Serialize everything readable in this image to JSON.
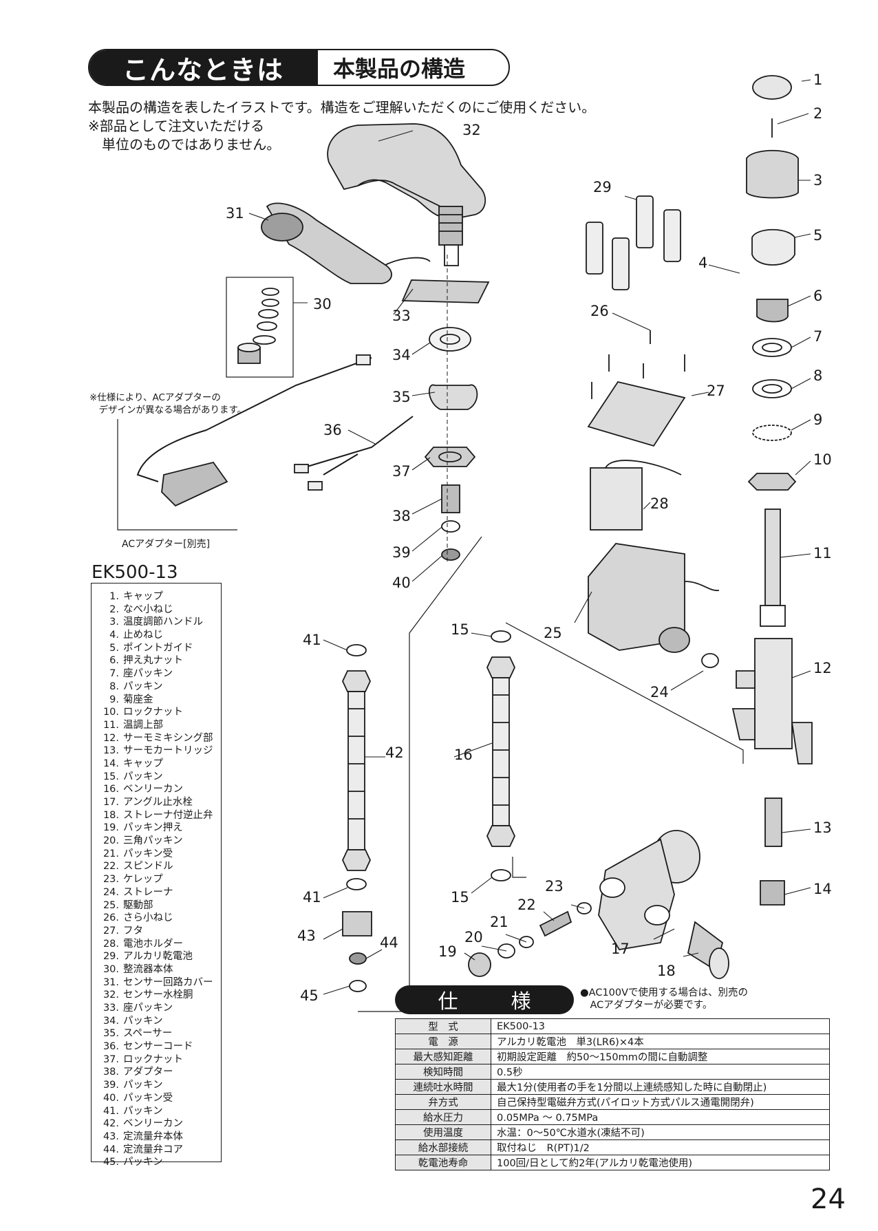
{
  "header": {
    "title": "こんなときは",
    "subtitle": "本製品の構造"
  },
  "intro": "本製品の構造を表したイラストです。構造をご理解いただくのにご使用ください。",
  "note_lines": [
    "※部品として注文いただける",
    "　単位のものではありません。"
  ],
  "adapter_note_lines": [
    "※仕様により、ACアダプターの",
    "　デザインが異なる場合があります。"
  ],
  "adapter_label": "ACアダプター[別売]",
  "model": "EK500-13",
  "parts": [
    {
      "no": "1.",
      "name": "キャップ"
    },
    {
      "no": "2.",
      "name": "なべ小ねじ"
    },
    {
      "no": "3.",
      "name": "温度調節ハンドル"
    },
    {
      "no": "4.",
      "name": "止めねじ"
    },
    {
      "no": "5.",
      "name": "ポイントガイド"
    },
    {
      "no": "6.",
      "name": "押え丸ナット"
    },
    {
      "no": "7.",
      "name": "座パッキン"
    },
    {
      "no": "8.",
      "name": "パッキン"
    },
    {
      "no": "9.",
      "name": "菊座金"
    },
    {
      "no": "10.",
      "name": "ロックナット"
    },
    {
      "no": "11.",
      "name": "温調上部"
    },
    {
      "no": "12.",
      "name": "サーモミキシング部"
    },
    {
      "no": "13.",
      "name": "サーモカートリッジ"
    },
    {
      "no": "14.",
      "name": "キャップ"
    },
    {
      "no": "15.",
      "name": "パッキン"
    },
    {
      "no": "16.",
      "name": "ベンリーカン"
    },
    {
      "no": "17.",
      "name": "アングル止水栓"
    },
    {
      "no": "18.",
      "name": "ストレーナ付逆止弁"
    },
    {
      "no": "19.",
      "name": "パッキン押え"
    },
    {
      "no": "20.",
      "name": "三角パッキン"
    },
    {
      "no": "21.",
      "name": "パッキン受"
    },
    {
      "no": "22.",
      "name": "スピンドル"
    },
    {
      "no": "23.",
      "name": "ケレップ"
    },
    {
      "no": "24.",
      "name": "ストレーナ"
    },
    {
      "no": "25.",
      "name": "駆動部"
    },
    {
      "no": "26.",
      "name": "さら小ねじ"
    },
    {
      "no": "27.",
      "name": "フタ"
    },
    {
      "no": "28.",
      "name": "電池ホルダー"
    },
    {
      "no": "29.",
      "name": "アルカリ乾電池"
    },
    {
      "no": "30.",
      "name": "整流器本体"
    },
    {
      "no": "31.",
      "name": "センサー回路カバー"
    },
    {
      "no": "32.",
      "name": "センサー水栓胴"
    },
    {
      "no": "33.",
      "name": "座パッキン"
    },
    {
      "no": "34.",
      "name": "パッキン"
    },
    {
      "no": "35.",
      "name": "スペーサー"
    },
    {
      "no": "36.",
      "name": "センサーコード"
    },
    {
      "no": "37.",
      "name": "ロックナット"
    },
    {
      "no": "38.",
      "name": "アダプター"
    },
    {
      "no": "39.",
      "name": "パッキン"
    },
    {
      "no": "40.",
      "name": "パッキン受"
    },
    {
      "no": "41.",
      "name": "パッキン"
    },
    {
      "no": "42.",
      "name": "ベンリーカン"
    },
    {
      "no": "43.",
      "name": "定流量弁本体"
    },
    {
      "no": "44.",
      "name": "定流量弁コア"
    },
    {
      "no": "45.",
      "name": "パッキン"
    }
  ],
  "callouts": [
    "1",
    "2",
    "3",
    "4",
    "5",
    "6",
    "7",
    "8",
    "9",
    "10",
    "11",
    "12",
    "13",
    "14",
    "15",
    "15",
    "16",
    "17",
    "18",
    "19",
    "20",
    "21",
    "22",
    "23",
    "24",
    "25",
    "26",
    "27",
    "28",
    "29",
    "30",
    "31",
    "32",
    "33",
    "34",
    "35",
    "36",
    "37",
    "38",
    "39",
    "40",
    "41",
    "41",
    "42",
    "43",
    "44",
    "45"
  ],
  "spec": {
    "title": "仕　様",
    "note_lines": [
      "●AC100Vで使用する場合は、別売の",
      "　ACアダプターが必要です。"
    ],
    "rows": [
      {
        "label": "型　式",
        "value": "EK500-13"
      },
      {
        "label": "電　源",
        "value": "アルカリ乾電池　単3(LR6)×4本"
      },
      {
        "label": "最大感知距離",
        "value": "初期設定距離　約50〜150mmの間に自動調整"
      },
      {
        "label": "検知時間",
        "value": "0.5秒"
      },
      {
        "label": "連続吐水時間",
        "value": "最大1分(使用者の手を1分間以上連続感知した時に自動閉止)"
      },
      {
        "label": "弁方式",
        "value": "自己保持型電磁弁方式(パイロット方式パルス通電開閉弁)"
      },
      {
        "label": "給水圧力",
        "value": "0.05MPa 〜 0.75MPa"
      },
      {
        "label": "使用温度",
        "value": "水温：0〜50℃水道水(凍結不可)"
      },
      {
        "label": "給水部接続",
        "value": "取付ねじ　R(PT)1/2"
      },
      {
        "label": "乾電池寿命",
        "value": "100回/日として約2年(アルカリ乾電池使用)"
      }
    ]
  },
  "page_number": "24"
}
